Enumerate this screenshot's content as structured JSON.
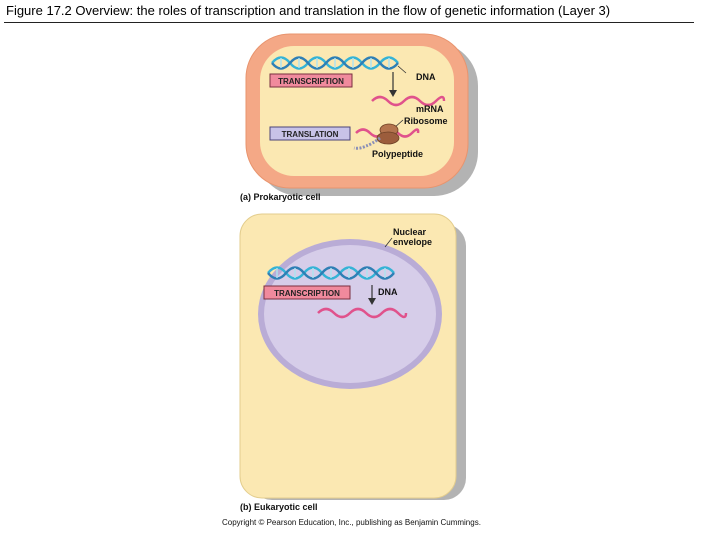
{
  "title": "Figure 17.2  Overview: the roles of transcription and translation in the flow of genetic information (Layer 3)",
  "prokaryotic": {
    "caption": "(a) Prokaryotic cell",
    "transcription_label": "TRANSCRIPTION",
    "translation_label": "TRANSLATION",
    "dna_label": "DNA",
    "mrna_label": "mRNA",
    "ribosome_label": "Ribosome",
    "polypeptide_label": "Polypeptide"
  },
  "eukaryotic": {
    "caption": "(b) Eukaryotic cell",
    "nuclear_envelope_line1": "Nuclear",
    "nuclear_envelope_line2": "envelope",
    "transcription_label": "TRANSCRIPTION",
    "dna_label": "DNA"
  },
  "copyright": "Copyright © Pearson Education, Inc., publishing as Benjamin Cummings.",
  "colors": {
    "prokaryote_wall": "#f4a886",
    "prokaryote_cytoplasm": "#fbe8b2",
    "eukaryote_cytoplasm": "#fbe8b2",
    "nucleus_fill": "#c9bedf",
    "dna_strand": "#35b3d6",
    "mrna_strand": "#e0528c",
    "transcription_box": "#f08a9d",
    "translation_box": "#c8c3e8",
    "ribosome": "#b4744e",
    "shadow": "#b3b3b3"
  }
}
